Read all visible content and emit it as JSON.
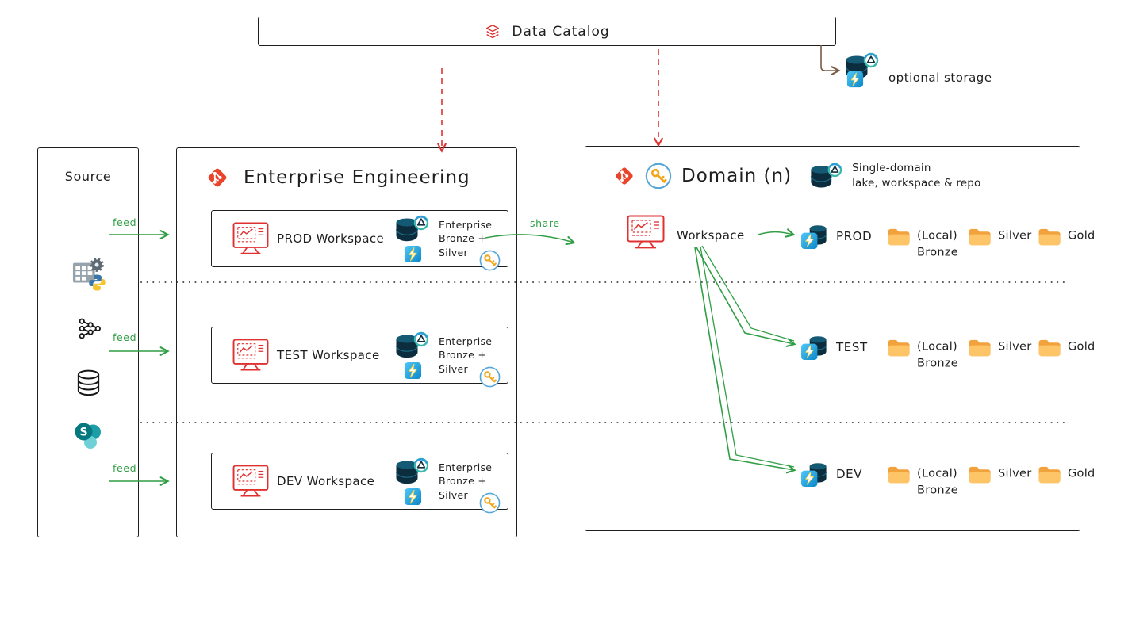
{
  "colors": {
    "ink": "#1e1e1e",
    "red": "#e03131",
    "green": "#2f9e44",
    "folder-yellow": "#f2a23c",
    "bolt-blue": "#1da9e8",
    "lake-navy": "#0c2d3e",
    "key-gold": "#f2a71b",
    "connector-brown": "#7a5c44"
  },
  "icons": {
    "catalog": "layers-icon",
    "repo": "git-branch-icon",
    "security": "key-icon",
    "workspace": "monitor-dashboard-icon",
    "lake": "data-lake-icon",
    "lakehouse": "lightning-lakehouse-icon",
    "storage_folder": "folder-icon",
    "source_app": "python-app-icon",
    "source_stream": "network-icon",
    "source_db": "database-icon",
    "source_collab": "sharepoint-icon"
  },
  "catalog": {
    "label": "Data Catalog"
  },
  "optional_storage": {
    "label": "optional storage"
  },
  "source": {
    "title": "Source"
  },
  "connectors": {
    "feed1": "feed",
    "feed2": "feed",
    "feed3": "feed",
    "share": "share"
  },
  "enterprise": {
    "title": "Enterprise Engineering",
    "workspaces": [
      {
        "name": "PROD Workspace",
        "storage": {
          "line1": "Enterprise",
          "line2": "Bronze +",
          "line3": "Silver"
        }
      },
      {
        "name": "TEST Workspace",
        "storage": {
          "line1": "Enterprise",
          "line2": "Bronze +",
          "line3": "Silver"
        }
      },
      {
        "name": "DEV Workspace",
        "storage": {
          "line1": "Enterprise",
          "line2": "Bronze +",
          "line3": "Silver"
        }
      }
    ]
  },
  "domain": {
    "title": "Domain (n)",
    "subtitle": {
      "line1": "Single-domain",
      "line2": "lake, workspace & repo"
    },
    "workspace_label": "Workspace",
    "environments": [
      {
        "name": "PROD",
        "folders": [
          {
            "label": "(Local)",
            "sublabel": "Bronze"
          },
          {
            "label": "Silver",
            "sublabel": ""
          },
          {
            "label": "Gold",
            "sublabel": ""
          }
        ]
      },
      {
        "name": "TEST",
        "folders": [
          {
            "label": "(Local)",
            "sublabel": "Bronze"
          },
          {
            "label": "Silver",
            "sublabel": ""
          },
          {
            "label": "Gold",
            "sublabel": ""
          }
        ]
      },
      {
        "name": "DEV",
        "folders": [
          {
            "label": "(Local)",
            "sublabel": "Bronze"
          },
          {
            "label": "Silver",
            "sublabel": ""
          },
          {
            "label": "Gold",
            "sublabel": ""
          }
        ]
      }
    ]
  }
}
